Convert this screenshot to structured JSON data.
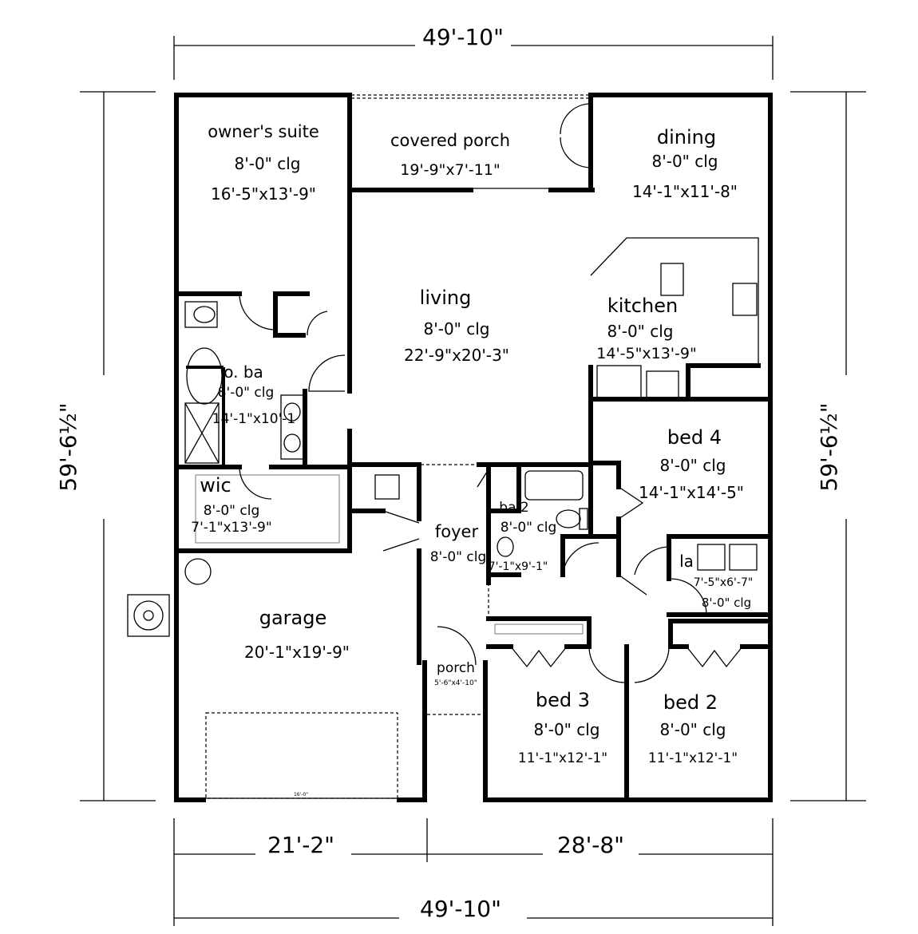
{
  "dimensions": {
    "top_overall": "49'-10\"",
    "bottom_left": "21'-2\"",
    "bottom_right": "28'-8\"",
    "bottom_overall": "49'-10\"",
    "left_overall": "59'-6½\"",
    "right_overall": "59'-6½\""
  },
  "garage_door_label": "16'-0\"",
  "rooms": [
    {
      "name": "owner's suite",
      "ceiling": "8'-0\" clg",
      "size": "16'-5\"x13'-9\""
    },
    {
      "name": "covered porch",
      "size": "19'-9\"x7'-11\""
    },
    {
      "name": "dining",
      "ceiling": "8'-0\" clg",
      "size": "14'-1\"x11'-8\""
    },
    {
      "name": "living",
      "ceiling": "8'-0\" clg",
      "size": "22'-9\"x20'-3\""
    },
    {
      "name": "kitchen",
      "ceiling": "8'-0\" clg",
      "size": "14'-5\"x13'-9\""
    },
    {
      "name": "o. ba",
      "ceiling": "8'-0\" clg",
      "size": "14'-1\"x10'-1"
    },
    {
      "name": "bed 4",
      "ceiling": "8'-0\" clg",
      "size": "14'-1\"x14'-5\""
    },
    {
      "name": "wic",
      "ceiling": "8'-0\" clg",
      "size": "7'-1\"x13'-9\""
    },
    {
      "name": "foyer",
      "ceiling": "8'-0\" clg"
    },
    {
      "name": "ba 2",
      "ceiling": "8'-0\" clg",
      "size": "7'-1\"x9'-1\""
    },
    {
      "name": "la",
      "ceiling": "8'-0\" clg",
      "size": "7'-5\"x6'-7\""
    },
    {
      "name": "garage",
      "size": "20'-1\"x19'-9\""
    },
    {
      "name": "porch",
      "size": "5'-6\"x4'-10\""
    },
    {
      "name": "bed 3",
      "ceiling": "8'-0\" clg",
      "size": "11'-1\"x12'-1\""
    },
    {
      "name": "bed 2",
      "ceiling": "8'-0\" clg",
      "size": "11'-1\"x12'-1\""
    }
  ]
}
